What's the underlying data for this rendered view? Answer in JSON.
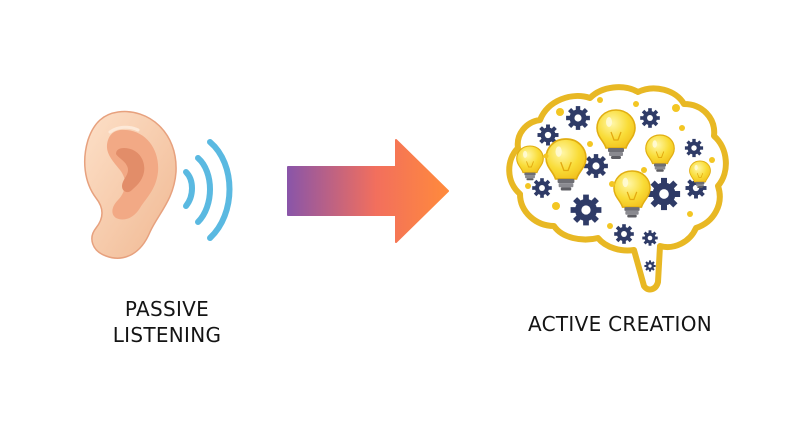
{
  "passive": {
    "label_line1": "PASSIVE",
    "label_line2": "LISTENING"
  },
  "active": {
    "label": "ACTIVE CREATION"
  },
  "colors": {
    "ear_skin": "#f6c7a5",
    "ear_shadow": "#e49b76",
    "sound_waves": "#5ab9e1",
    "arrow_start": "#8a55a8",
    "arrow_end": "#ff8a3c",
    "brain_outline": "#e8b824",
    "gear": "#2f3b67",
    "bulb": "#f7d531"
  },
  "icons": {
    "left": "ear-with-sound-waves-icon",
    "middle": "gradient-arrow-right-icon",
    "right": "brain-with-gears-and-bulbs-icon"
  }
}
